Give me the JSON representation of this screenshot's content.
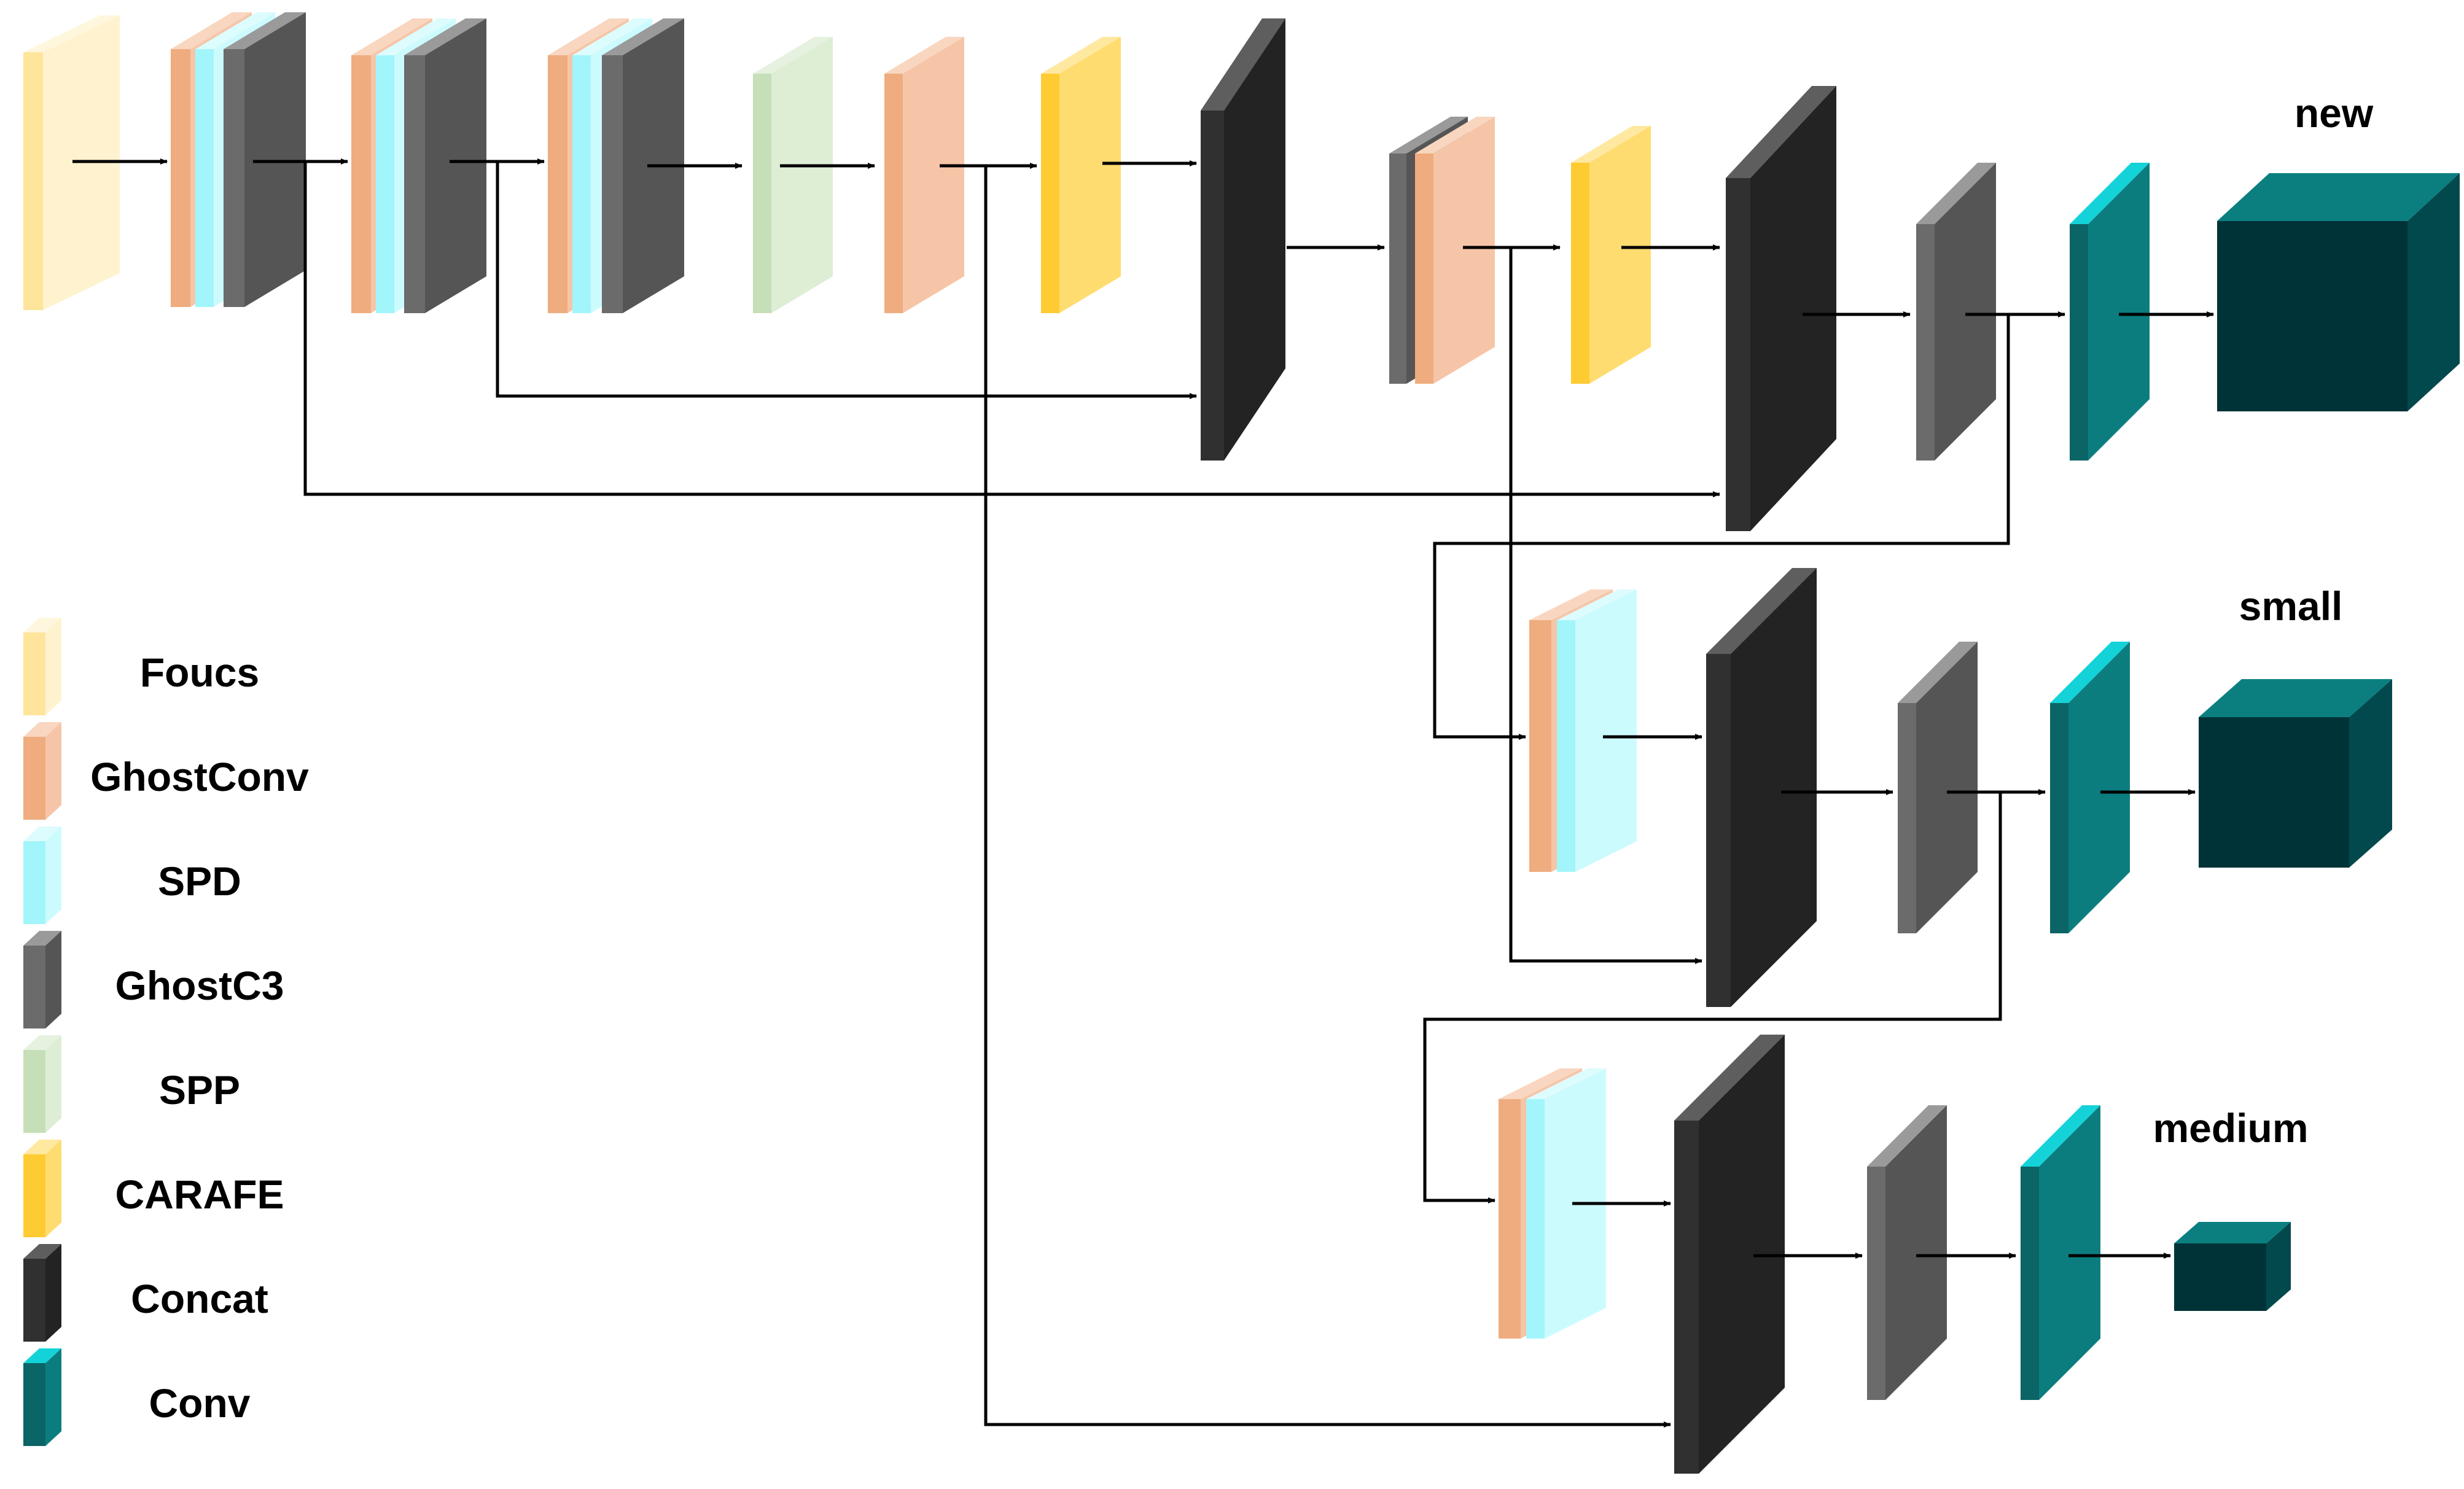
{
  "colors": {
    "focus": {
      "face": "#FFE49C",
      "side": "#FFF3CF",
      "top": "#FFF7DD"
    },
    "ghostconv": {
      "face": "#EFAC7F",
      "side": "#F6C5A7",
      "top": "#F9D6BF"
    },
    "spd": {
      "face": "#A2F5FB",
      "side": "#CCFBFE",
      "top": "#DDFCFE"
    },
    "ghostc3": {
      "face": "#6B6B6B",
      "side": "#555555",
      "top": "#9A9A9A"
    },
    "spp": {
      "face": "#C6DFB8",
      "side": "#DDEED4",
      "top": "#E6F2DF"
    },
    "carafe": {
      "face": "#FFCB32",
      "side": "#FFDC70",
      "top": "#FFE8A0"
    },
    "concat": {
      "face": "#303030",
      "side": "#232323",
      "top": "#5E5E5E"
    },
    "conv": {
      "face": "#0B6466",
      "side": "#0C7D7F",
      "top": "#13D3D8"
    },
    "outCube": {
      "face": "#003338",
      "side": "#02494D",
      "top": "#0B7F80"
    },
    "line": "#000000"
  },
  "legend": [
    {
      "key": "focus",
      "label": "Foucs",
      "icon": "focus-layer-icon"
    },
    {
      "key": "ghostconv",
      "label": "GhostConv",
      "icon": "ghostconv-layer-icon"
    },
    {
      "key": "spd",
      "label": "SPD",
      "icon": "spd-layer-icon"
    },
    {
      "key": "ghostc3",
      "label": "GhostC3",
      "icon": "ghostc3-layer-icon"
    },
    {
      "key": "spp",
      "label": "SPP",
      "icon": "spp-layer-icon"
    },
    {
      "key": "carafe",
      "label": "CARAFE",
      "icon": "carafe-layer-icon"
    },
    {
      "key": "concat",
      "label": "Concat",
      "icon": "concat-layer-icon"
    },
    {
      "key": "conv",
      "label": "Conv",
      "icon": "conv-layer-icon"
    }
  ],
  "outputs": {
    "new": "new",
    "small": "small",
    "medium": "medium"
  }
}
